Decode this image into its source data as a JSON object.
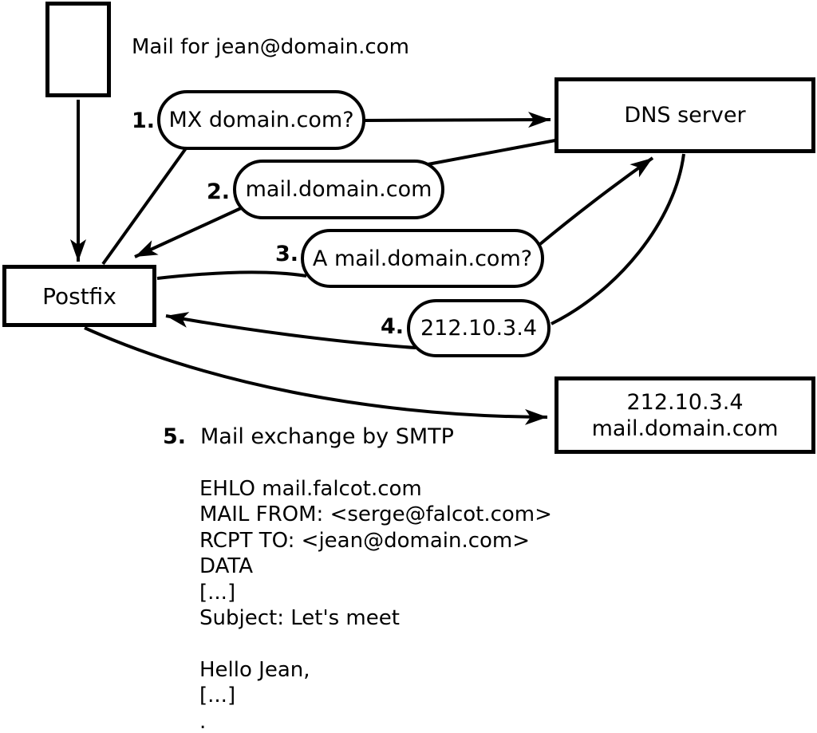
{
  "caption": "Mail for jean@domain.com",
  "nodes": {
    "postfix": "Postfix",
    "dns_server": "DNS server",
    "destination": {
      "line1": "212.10.3.4",
      "line2": "mail.domain.com"
    }
  },
  "steps": [
    {
      "num": "1.",
      "label": "MX domain.com?"
    },
    {
      "num": "2.",
      "label": "mail.domain.com"
    },
    {
      "num": "3.",
      "label": "A mail.domain.com?"
    },
    {
      "num": "4.",
      "label": "212.10.3.4"
    },
    {
      "num": "5.",
      "label": "Mail exchange by SMTP"
    }
  ],
  "smtp_session": {
    "lines": [
      "EHLO mail.falcot.com",
      "MAIL FROM: <serge@falcot.com>",
      "RCPT TO: <jean@domain.com>",
      "DATA",
      "[...]",
      "Subject: Let's meet",
      "",
      "Hello Jean,",
      "[...]",
      "."
    ]
  },
  "colors": {
    "stroke": "#000000",
    "background": "#ffffff"
  }
}
